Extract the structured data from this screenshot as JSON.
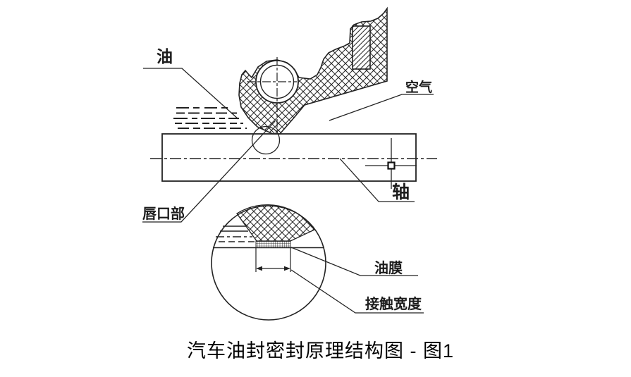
{
  "figure": {
    "caption": "汽车油封密封原理结构图 - 图1",
    "labels": {
      "oil": "油",
      "air": "空气",
      "lip": "唇口部",
      "shaft": "轴",
      "oil_film": "油膜",
      "contact_width": "接触宽度"
    },
    "colors": {
      "line": "#222222",
      "background": "#ffffff",
      "text": "#000000"
    }
  }
}
